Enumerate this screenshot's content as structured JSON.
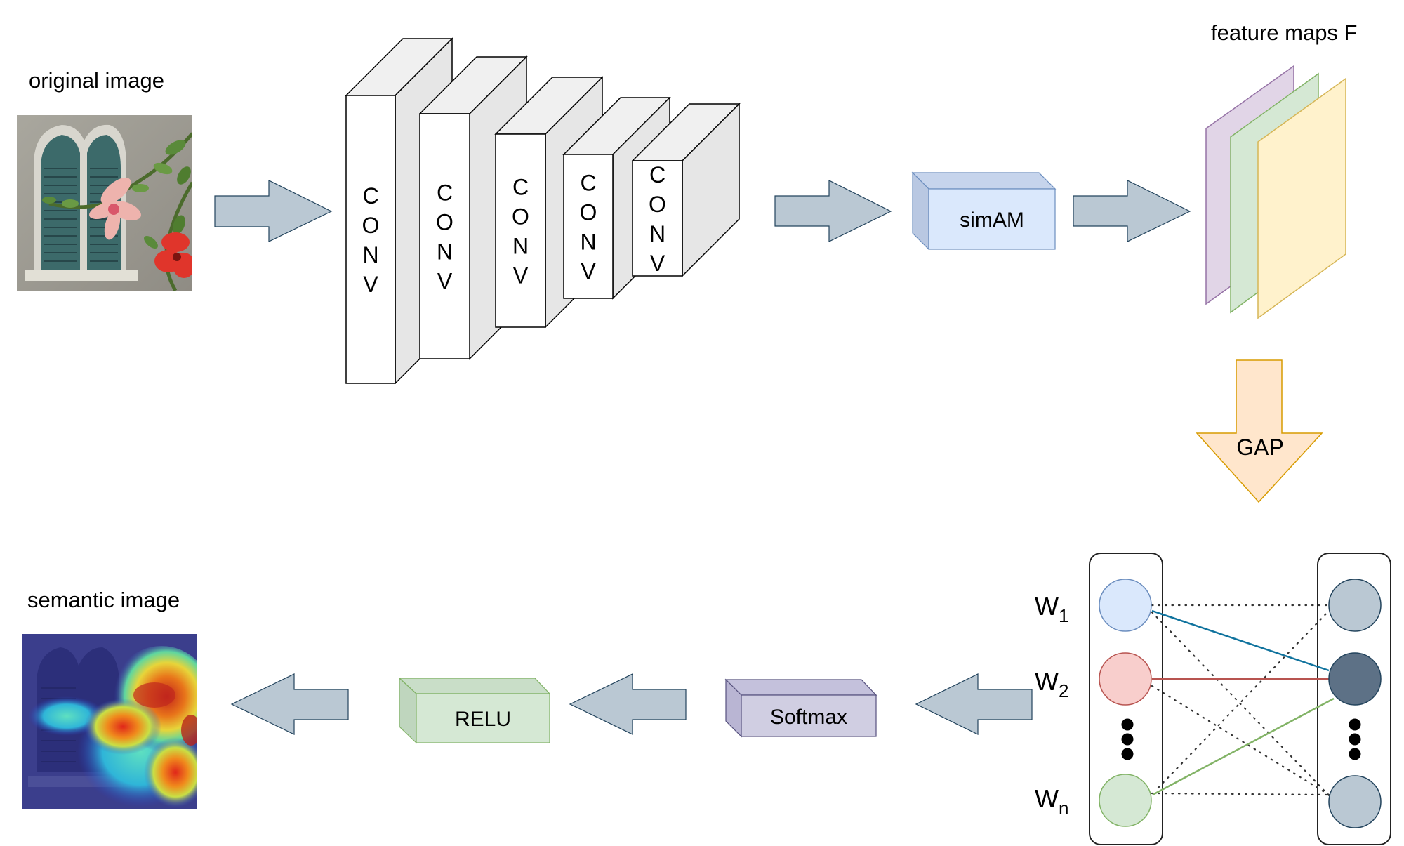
{
  "labels": {
    "original_image": "original image",
    "feature_maps": "feature maps F",
    "semantic_image": "semantic image"
  },
  "conv_blocks": [
    {
      "label": "CONV"
    },
    {
      "label": "CONV"
    },
    {
      "label": "CONV"
    },
    {
      "label": "CONV"
    },
    {
      "label": "CONV"
    }
  ],
  "modules": {
    "simam": {
      "label": "simAM",
      "fill": "#dae8fc",
      "stroke": "#6c8ebf"
    },
    "gap": {
      "label": "GAP",
      "fill": "#ffe6cc",
      "stroke": "#d79b00"
    },
    "softmax": {
      "label": "Softmax",
      "fill": "#d0cee2",
      "stroke": "#56517e"
    },
    "relu": {
      "label": "RELU",
      "fill": "#d5e8d4",
      "stroke": "#82b366"
    }
  },
  "feature_maps": [
    {
      "name": "purple",
      "fill": "#e1d5e7",
      "stroke": "#9673a6"
    },
    {
      "name": "green",
      "fill": "#d5e8d4",
      "stroke": "#82b366"
    },
    {
      "name": "yellow",
      "fill": "#fff2cc",
      "stroke": "#d6b656"
    }
  ],
  "weights": [
    {
      "label": "W",
      "sub": "1",
      "color": "#6c8ebf",
      "node_fill": "#dae8fc",
      "node_stroke": "#6c8ebf"
    },
    {
      "label": "W",
      "sub": "2",
      "color": "#b85450",
      "node_fill": "#f8cecc",
      "node_stroke": "#b85450"
    },
    {
      "label": "W",
      "sub": "n",
      "color": "#82b366",
      "node_fill": "#d5e8d4",
      "node_stroke": "#82b366"
    }
  ],
  "output_nodes": [
    {
      "fill": "#bac8d3",
      "stroke": "#23445d"
    },
    {
      "fill": "#5d7186",
      "stroke": "#23445d"
    },
    {
      "fill": "#bac8d3",
      "stroke": "#23445d"
    }
  ],
  "connection_colors": {
    "w1": "#10739e",
    "w2": "#b85450",
    "wn": "#82b366",
    "dotted": "#333333"
  },
  "arrow_colors": {
    "fill": "#bac8d3",
    "stroke": "#23445d"
  }
}
